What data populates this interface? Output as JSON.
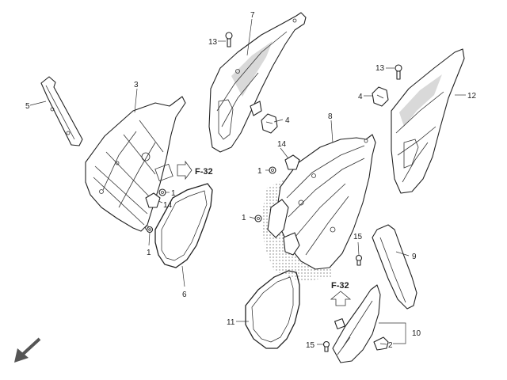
{
  "diagram": {
    "callouts": {
      "c1a": "1",
      "c1b": "1",
      "c1c": "1",
      "c1d": "1",
      "c2": "2",
      "c3": "3",
      "c4a": "4",
      "c4b": "4",
      "c5": "5",
      "c6": "6",
      "c7": "7",
      "c8": "8",
      "c9": "9",
      "c10": "10",
      "c11": "11",
      "c12": "12",
      "c13a": "13",
      "c13b": "13",
      "c14a": "14",
      "c14b": "14",
      "c15a": "15",
      "c15b": "15"
    },
    "refs": {
      "left": "F-32",
      "right": "F-32"
    },
    "icons": [
      "front-direction-arrow-icon",
      "reference-arrow-icon"
    ]
  }
}
